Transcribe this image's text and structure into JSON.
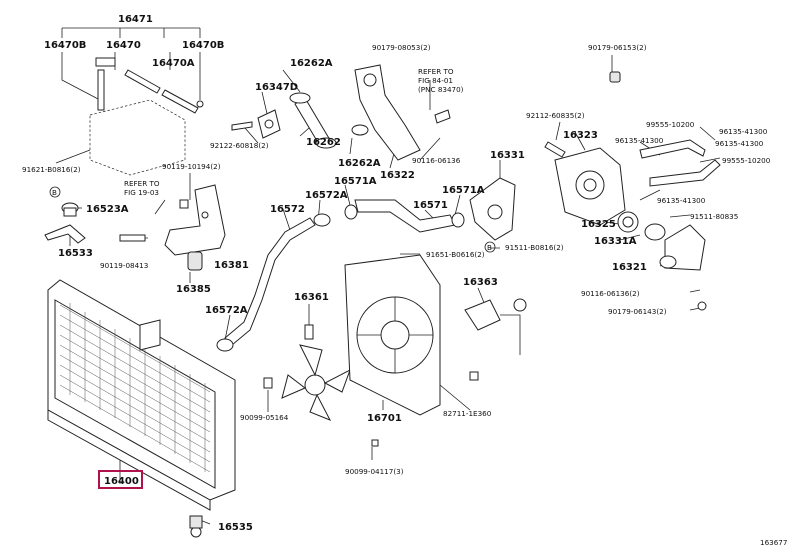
{
  "diagram": {
    "image_code": "163677",
    "highlight_color": "#b0124c",
    "labels": {
      "l16471": "16471",
      "l16470B_1": "16470B",
      "l16470B_2": "16470B",
      "l16470": "16470",
      "l16470A": "16470A",
      "l91621": "91621-B0816(2)",
      "lB_circle": "B",
      "l16523A": "16523A",
      "l16533": "16533",
      "l16400": "16400",
      "l16535": "16535",
      "l16262A_top": "16262A",
      "l16347D": "16347D",
      "l92122": "92122-60818(2)",
      "l16262": "16262",
      "l90179_53": "90179-08053(2)",
      "lrefer_84": "REFER TO",
      "lfig_84": "FIG 84-01",
      "lpnc_84": "(PNC 83470)",
      "l16262A_mid": "16262A",
      "l16322": "16322",
      "l90116_136": "90116-06136",
      "l90119_194": "90119-10194(2)",
      "lrefer_19": "REFER TO",
      "lfig_19": "FIG 19-03",
      "l90119_413": "90119-08413",
      "l16381": "16381",
      "l16385": "16385",
      "l16571A_1": "16571A",
      "l16572A_top": "16572A",
      "l16572": "16572",
      "l16571": "16571",
      "l16571A_2": "16571A",
      "l16331": "16331",
      "lB_circle2": "B",
      "l91511_616": "91511-B0816(2)",
      "l91651": "91651-B0616(2)",
      "l16361": "16361",
      "l16363": "16363",
      "l16572A_bot": "16572A",
      "l90099_164": "90099-05164",
      "l16701": "16701",
      "l82711": "82711-1E360",
      "l90099_117": "90099-04117(3)",
      "l90179_153": "90179-06153(2)",
      "l92112": "92112-60835(2)",
      "l16323": "16323",
      "l99555_top": "99555-10200",
      "l96135_a": "96135-41300",
      "l96135_b": "96135-41300",
      "l96135_c": "96135-41300",
      "l96135_d": "96135-41300",
      "l99555_bot": "99555-10200",
      "l16325": "16325",
      "l91511_835": "91511-80835",
      "l16331A": "16331A",
      "l16321": "16321",
      "l90116_136_2": "90116-06136(2)",
      "l90179_143": "90179-06143(2)"
    }
  }
}
